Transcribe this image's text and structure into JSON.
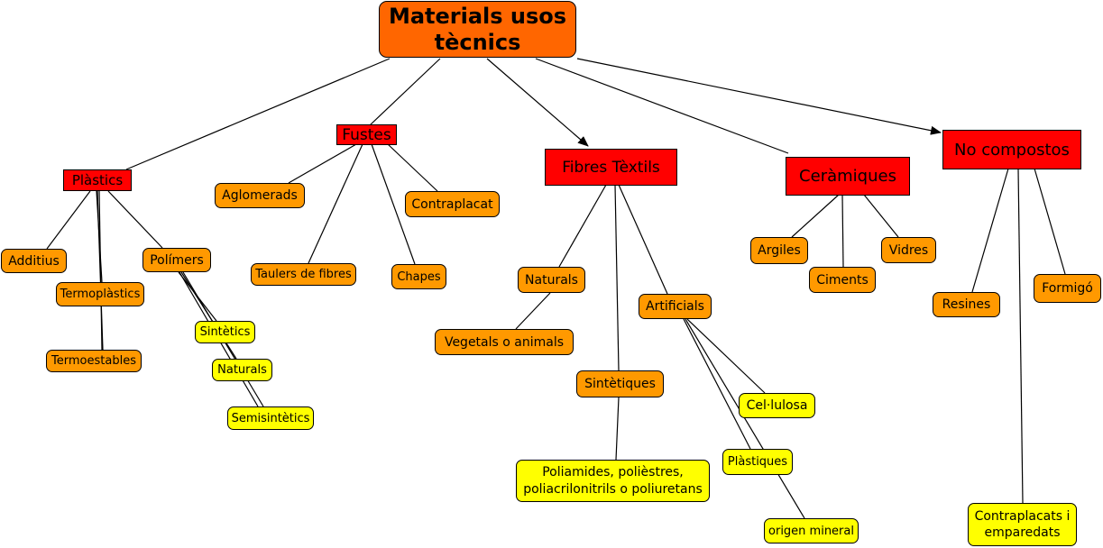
{
  "root": {
    "label": "Materials usos tècnics"
  },
  "categories": {
    "plastics": "Plàstics",
    "fustes": "Fustes",
    "fibres": "Fibres Tèxtils",
    "ceramiques": "Ceràmiques",
    "no_compostos": "No compostos"
  },
  "plastics": {
    "additius": "Additius",
    "termoplastics": "Termoplàstics",
    "termoestables": "Termoestables",
    "polimers": "Polímers",
    "sintetics": "Sintètics",
    "naturals": "Naturals",
    "semisintetics": "Semisintètics"
  },
  "fustes": {
    "aglomerats": "Aglomerads",
    "contraplacat": "Contraplacat",
    "taulers": "Taulers de fibres",
    "chapes": "Chapes"
  },
  "fibres": {
    "naturals": "Naturals",
    "vegetals": "Vegetals o animals",
    "sintetiques": "Sintètiques",
    "poliamides": "Poliamides, polièstres, poliacrilonitrils o poliuretans",
    "artificials": "Artificials",
    "cellulosa": "Cel·lulosa",
    "plastiques": "Plàstiques",
    "origen": "origen mineral"
  },
  "ceramiques": {
    "argiles": "Argiles",
    "ciments": "Ciments",
    "vidres": "Vidres"
  },
  "no_compostos": {
    "resines": "Resines",
    "formigo": "Formigó",
    "contraplacats": "Contraplacats i emparedats"
  },
  "colors": {
    "root": "#ff6600",
    "category": "#ff0000",
    "sub": "#ff9900",
    "leaf": "#ffff00"
  }
}
